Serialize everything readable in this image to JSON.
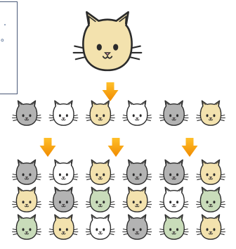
{
  "note": {
    "text": ".\n。"
  },
  "palette": {
    "cream": "#f3e2ae",
    "white": "#ffffff",
    "gray": "#b3b3b3",
    "sage": "#c9dcba",
    "outline": "#2b2b2b",
    "nose": "#f0a3b4",
    "arrow_light": "#ffc02a",
    "arrow_dark": "#f08a00"
  },
  "parent_cat": {
    "color": "cream"
  },
  "rows": [
    {
      "name": "generation-1",
      "cats": [
        "gray",
        "white",
        "cream",
        "white",
        "gray",
        "cream"
      ]
    },
    {
      "name": "generation-2a",
      "cats": [
        "gray",
        "white",
        "cream",
        "gray",
        "gray",
        "cream"
      ]
    },
    {
      "name": "generation-2b",
      "cats": [
        "cream",
        "gray",
        "sage",
        "cream",
        "white",
        "sage"
      ]
    },
    {
      "name": "generation-2c",
      "cats": [
        "sage",
        "cream",
        "white",
        "gray",
        "sage",
        "cream"
      ]
    }
  ],
  "arrows": [
    "top-arrow",
    "left-arrow",
    "middle-arrow",
    "right-arrow"
  ]
}
